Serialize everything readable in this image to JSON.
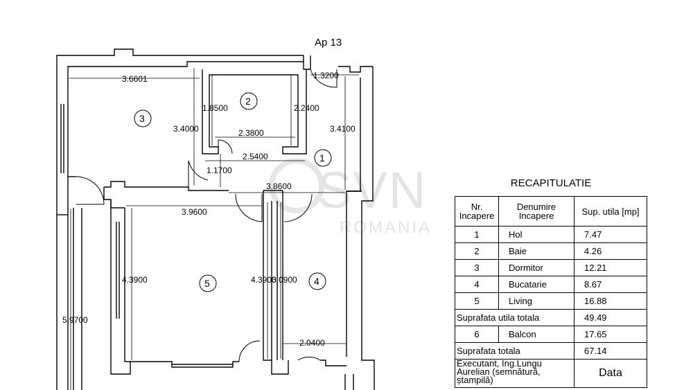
{
  "plan": {
    "title": "Ap 13",
    "dimensions": [
      "3.6601",
      "1.3200",
      "1.8500",
      "2.2400",
      "3.4000",
      "2.3800",
      "3.4100",
      "2.5400",
      "1.1700",
      "3.8600",
      "3.9600",
      "4.3900",
      "4.3900",
      "3.0900",
      "5.9700",
      "2.0400"
    ],
    "room_numbers": [
      "1",
      "2",
      "3",
      "4",
      "5"
    ]
  },
  "watermark": {
    "main": "SVN",
    "sub": "ROMANIA"
  },
  "recap": {
    "title": "RECAPITULATIE",
    "headers": {
      "nr": "Nr. Incapere",
      "name": "Denumire Incapere",
      "area": "Sup. utila [mp]"
    },
    "rooms": [
      {
        "nr": "1",
        "name": "Hol",
        "area": "7.47"
      },
      {
        "nr": "2",
        "name": "Baie",
        "area": "4.26"
      },
      {
        "nr": "3",
        "name": "Dormitor",
        "area": "12.21"
      },
      {
        "nr": "4",
        "name": "Bucatarie",
        "area": "8.67"
      },
      {
        "nr": "5",
        "name": "Living",
        "area": "16.88"
      }
    ],
    "usable_total_label": "Suprafata utila totala",
    "usable_total": "49.49",
    "balcony": {
      "nr": "6",
      "name": "Balcon",
      "area": "17.65"
    },
    "total_label": "Suprafata totala",
    "total": "67.14",
    "executant": "Executant, Ing.Lungu Aurelian (semnătură, ștampilă)",
    "date_label": "Data"
  }
}
